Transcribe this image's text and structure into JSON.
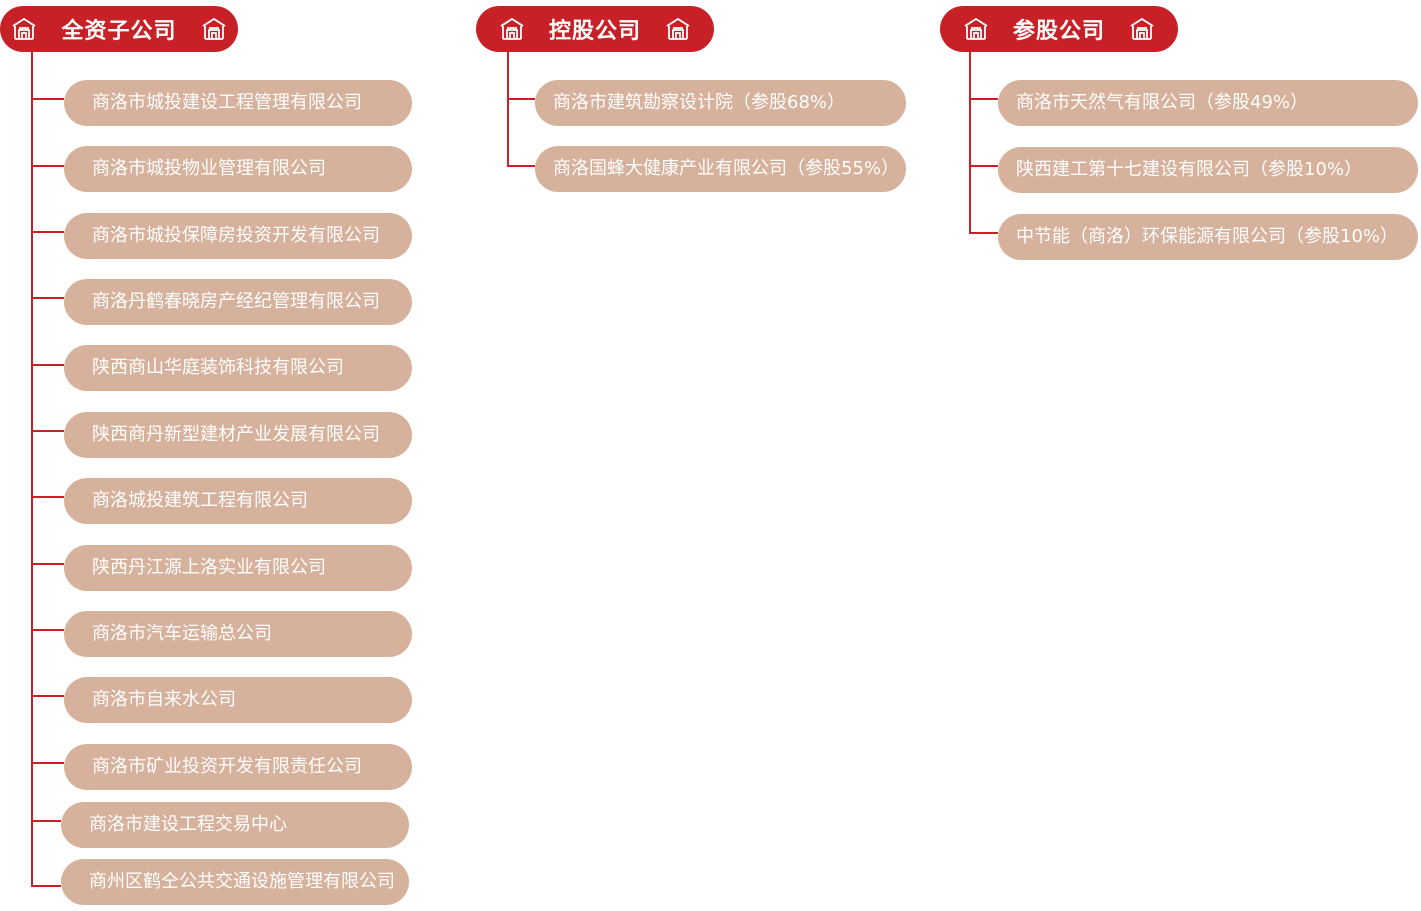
{
  "colors": {
    "header_bg": "#c72127",
    "item_bg": "#d6b19c",
    "line": "#c72127",
    "text": "#ffffff"
  },
  "columns": [
    {
      "title": "全资子公司",
      "icon": "building-icon",
      "items": [
        "商洛市城投建设工程管理有限公司",
        "商洛市城投物业管理有限公司",
        "商洛市城投保障房投资开发有限公司",
        "商洛丹鹤春晓房产经纪管理有限公司",
        "陕西商山华庭装饰科技有限公司",
        "陕西商丹新型建材产业发展有限公司",
        "商洛城投建筑工程有限公司",
        "陕西丹江源上洛实业有限公司",
        "商洛市汽车运输总公司",
        "商洛市自来水公司",
        "商洛市矿业投资开发有限责任公司",
        "商洛市建设工程交易中心",
        "商州区鹤仝公共交通设施管理有限公司"
      ]
    },
    {
      "title": "控股公司",
      "icon": "building-icon",
      "items": [
        "商洛市建筑勘察设计院（参股68%）",
        "商洛国蜂大健康产业有限公司（参股55%）"
      ]
    },
    {
      "title": "参股公司",
      "icon": "building-icon",
      "items": [
        "商洛市天然气有限公司（参股49%）",
        "陕西建工第十七建设有限公司（参股10%）",
        "中节能（商洛）环保能源有限公司（参股10%）"
      ]
    }
  ]
}
